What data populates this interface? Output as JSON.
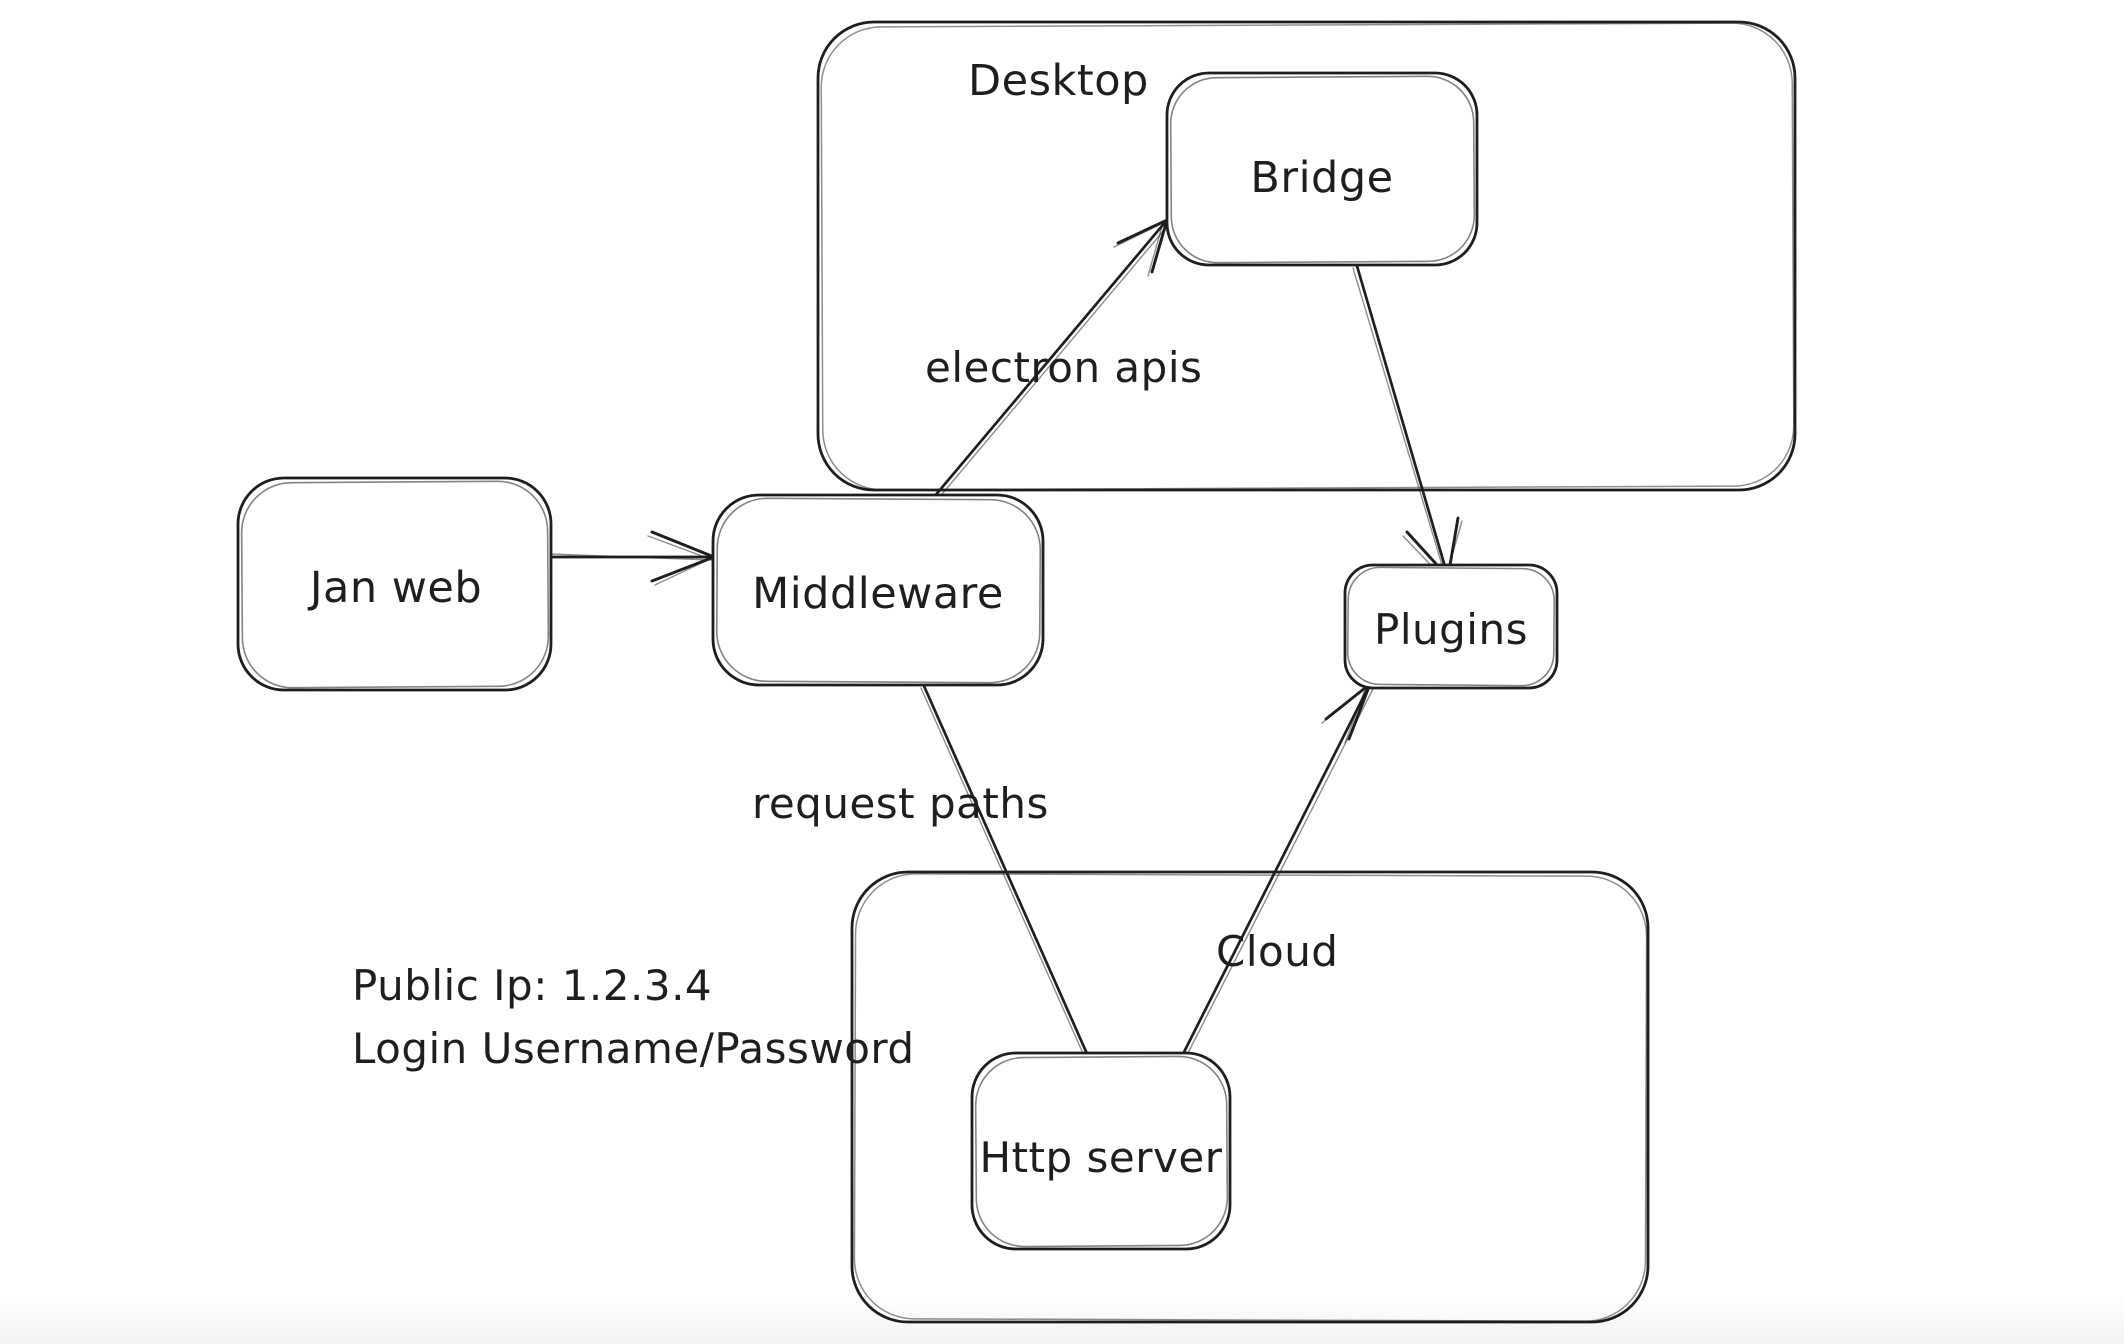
{
  "diagram": {
    "colors": {
      "stroke": "#1e1e1e",
      "background": "#ffffff"
    },
    "containers": [
      {
        "id": "desktop",
        "label": "Desktop"
      },
      {
        "id": "cloud",
        "label": "Cloud"
      }
    ],
    "nodes": [
      {
        "id": "jan-web",
        "label": "Jan web"
      },
      {
        "id": "middleware",
        "label": "Middleware"
      },
      {
        "id": "bridge",
        "label": "Bridge"
      },
      {
        "id": "plugins",
        "label": "Plugins"
      },
      {
        "id": "http-server",
        "label": "Http server"
      }
    ],
    "edges": [
      {
        "from": "jan-web",
        "to": "middleware",
        "label": ""
      },
      {
        "from": "middleware",
        "to": "bridge",
        "label": "electron apis"
      },
      {
        "from": "bridge",
        "to": "plugins",
        "label": ""
      },
      {
        "from": "middleware",
        "to": "http-server",
        "label": "request paths"
      },
      {
        "from": "http-server",
        "to": "plugins",
        "label": ""
      }
    ],
    "annotations": [
      {
        "id": "cloud-credentials",
        "lines": [
          "Public Ip: 1.2.3.4",
          "Login Username/Password"
        ]
      }
    ]
  }
}
